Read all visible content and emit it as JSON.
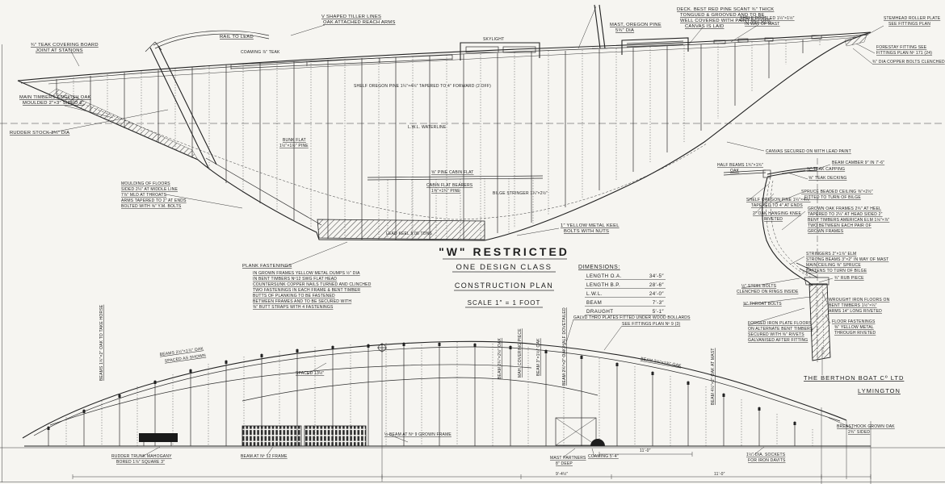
{
  "title_block": {
    "class_name": "\"W\" RESTRICTED",
    "line2": "ONE DESIGN CLASS",
    "line3": "CONSTRUCTION PLAN",
    "scale": "SCALE 1″ = 1 FOOT"
  },
  "dimensions_table": {
    "heading": "DIMENSIONS:",
    "rows": [
      {
        "label": "LENGTH O.A.",
        "value": "34′-5″"
      },
      {
        "label": "LENGTH B.P.",
        "value": "28′-6″"
      },
      {
        "label": "L.W.L.",
        "value": "24′-0″"
      },
      {
        "label": "BEAM",
        "value": "7′-3″"
      },
      {
        "label": "DRAUGHT",
        "value": "5′-1″"
      }
    ]
  },
  "maker": {
    "name": "THE BERTHON BOAT Cº LTD",
    "location": "LYMINGTON"
  },
  "annotations": {
    "cov1": "¾″ TEAK COVERING BOARD",
    "cov2": "JOINT AT STATIONS",
    "tiller1": "V SHAPED TILLER LINES",
    "tiller2": "OAK ATTACHED REACH ARMS",
    "rail": "RAIL TO LEAD",
    "timbers1": "MAIN TIMBERS ENGLISH OAK",
    "timbers2": "MOULDED 2″×3″ SIDED 2″",
    "rudder_stock": "RUDDER STOCK 3¼″ DIA",
    "coaming": "COAMING ⅞″ TEAK",
    "skylight": "SKYLIGHT",
    "mast1": "MAST, OREGON PINE",
    "mast2": "5¾″ DIA",
    "deck1": "DECK. BEST RED PINE SCANT ¾″ THICK",
    "deck2": "TONGUED & GROOVED AND TO BE",
    "deck3": "WELL COVERED WITH PAINT BEFORE",
    "deck4": "CANVAS IS LAID",
    "shelfmast1": "SHELF DOUBLED 1¼″×1½″",
    "shelfmast2": "IN WAY OF MAST",
    "stemhead1": "STEMHEAD ROLLER PLATE",
    "stemhead2": "SEE FITTINGS PLAN",
    "forestay1": "FORESTAY FITTING SEE",
    "forestay2": "FITTINGS PLAN Nº 171 (24)",
    "copperbolts": "¾″ DIA COPPER BOLTS CLENCHED",
    "canvas": "CANVAS SECURED ON WITH LEAD PAINT",
    "shelf_profile": "SHELF OREGON PINE 1¼″×4¼″ TAPERED TO 4″ FORWARD (2 OFF)",
    "lwl": "L.W.L. WATERLINE",
    "bunk1": "BUNK FLAT",
    "bunk2": "1½″×1½″ PINE",
    "cabinflat0": "⅝″ PINE CABIN FLAT",
    "cabinflat1": "CABIN FLAT BEARERS",
    "cabinflat2": "1¾″×1¾″ PINE",
    "stringer": "BILGE STRINGER 1¼″×2½″",
    "keelbolts1": "1″ YELLOW METAL KEEL",
    "keelbolts2": "BOLTS WITH NUTS",
    "leadkeel": "LEAD KEEL 5.06 TONS",
    "moulding1": "MOULDING OF FLOORS",
    "moulding2": "SIDED 2¼″ AT MIDDLE LINE",
    "moulding3": "7⅞″ MLD AT THROATS",
    "moulding4": "ARMS TAPERED TO 2″ AT ENDS",
    "moulding5": "BOLTED WITH ⅝″ Y.M. BOLTS",
    "pf0": "PLANK FASTENINGS",
    "pf1": "IN GROWN FRAMES YELLOW METAL DUMPS ½″ DIA",
    "pf2": "IN BENT TIMBERS Nº12 SWG FLAT HEAD",
    "pf3": "COUNTERSUNK COPPER NAILS TURNED AND CLINCHED",
    "pf4": "TWO FASTENINGS IN EACH FRAME & BENT TIMBER",
    "pf5": "BUTTS OF PLANKING TO BE FASTENED",
    "pf6": "BETWEEN FRAMES AND TO BE SECURED WITH",
    "pf7": "⅜″ BUTT STRAPS WITH 4 FASTENINGS",
    "halfbeam1": "HALF BEAMS 1¾″×1¾″",
    "halfbeam2": "OAK",
    "camber": "BEAM CAMBER 9″ IN 7′-6″",
    "capping": "¾″ TEAK CAPPING",
    "decking": "⅝″ TEAK DECKING",
    "ceiling1": "SPRUCE BEADED CEILING ⅜″×2½″",
    "ceiling2": "FITTED TO TURN OF BILGE",
    "shelf2a": "SHELF OREGON PINE 1¼″×4¼″",
    "shelf2b": "TAPERED TO 4″ AT ENDS",
    "knee1": "2″ OAK HANGING KNEE",
    "knee2": "RIVETED",
    "gf1": "GROWN OAK FRAMES 2¾″ AT HEEL",
    "gf2": "TAPERED TO 2¼″ AT HEAD SIDED 2″",
    "gf3": "BENT TIMBERS AMERICAN ELM 1⅛″×⅞″",
    "gf4": "TWO BETWEEN EACH PAIR OF",
    "gf5": "GROWN FRAMES",
    "str1": "STRINGERS 2″×1⅞″ ELM",
    "str2": "STRONG BEAMS 3″×2″ IN WAY OF MAST",
    "str3": "MAIN CEILING ⅜″ SPRUCE",
    "str4": "BATTENS TO TURN OF BILGE",
    "rub": "¾″ RUB PIECE",
    "steel1": "½″ STEEL BOLTS",
    "steel2": "CLENCHED ON RINGS INSIDE",
    "throat": "⅝″ THROAT BOLTS",
    "wi1": "WROUGHT IRON FLOORS ON",
    "wi2": "BENT TIMBERS 1½″×¼″",
    "wi3": "ARMS 14″ LONG RIVETED",
    "ff1": "FLOOR FASTENINGS",
    "ff2": "⅜″ YELLOW METAL",
    "ff3": "THROUGH RIVETED",
    "fi1": "FORGED IRON PLATE FLOORS",
    "fi2": "ON ALTERNATE BENT TIMBERS",
    "fi3": "SECURED WITH ⅜″ RIVETS",
    "fi4": "GALVANISED AFTER FITTING",
    "pbeam_horse": "BEAMS 1¾″×2″ OAK TO TAKE HORSE",
    "pbeam1": "BEAMS 2¼″×1⅞″ OAK",
    "pbeam1b": "SPACED AS SHOWN",
    "spaced": "SPACED 13½″",
    "halfbeam9": "½ BEAM AT Nº 9 GROWN FRAME",
    "beam12": "BEAM AT Nº 12 FRAME",
    "rt1": "RUDDER TRUNK MAHOGANY",
    "rt2": "BORED 1⅞″ SQUARE 3″",
    "galv1": "GALVD THRO PLATES FITTED UNDER WOOD BOLLARDS",
    "galv2": "SEE FITTINGS PLAN Nº 9 (3)",
    "vb1": "BEAM 2¼″×2½″ OAK",
    "vb2": "MAH. COVERING PIECE",
    "vb3": "BEAM 3″×1½″ OAK",
    "vb4": "BEAM 2¼″×2″ OAK HALF DOVETAILED",
    "diagbeam": "BEAM 2½″×1¾″ OAK",
    "mastbeam": "BEAM 4½″×2″ OAK AT MAST",
    "bh1": "BREASTHOOK GROWN OAK",
    "bh2": "2¾″ SIDED",
    "mp1": "MAST PARTNERS",
    "mp2": "8″ DEEP",
    "coam54": "COAMING 5′-4″",
    "sockets1": "1½″ DIA. SOCKETS",
    "sockets2": "FOR IRON DAVITS",
    "dim_mid": "11′-0″",
    "dim94": "9′-4½″",
    "dim110": "11′-0″"
  }
}
